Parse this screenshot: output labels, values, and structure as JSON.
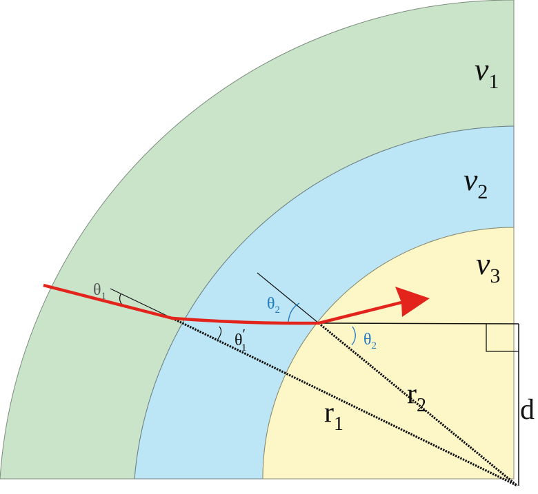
{
  "colors": {
    "background": "#ffffff",
    "layer_1": "#c9e4c9",
    "layer_2": "#bce5f5",
    "layer_3": "#fdf7c8",
    "ray": "#e3241c",
    "angle_blue": "#1f7ac0",
    "angle_gray": "#555555",
    "line": "#111111"
  },
  "layers": [
    {
      "label": "v",
      "sub": "1"
    },
    {
      "label": "v",
      "sub": "2"
    },
    {
      "label": "v",
      "sub": "3"
    }
  ],
  "angles": {
    "theta1": {
      "label": "θ",
      "sub": "1"
    },
    "theta1_prime": {
      "label": "θ",
      "sub": "1",
      "prime": "′"
    },
    "theta2_upper": {
      "label": "θ",
      "sub": "2"
    },
    "theta2_lower": {
      "label": "θ",
      "sub": "2"
    }
  },
  "lengths": {
    "r1": {
      "label": "r",
      "sub": "1"
    },
    "r2": {
      "label": "r",
      "sub": "2"
    },
    "d": {
      "label": "d"
    }
  }
}
